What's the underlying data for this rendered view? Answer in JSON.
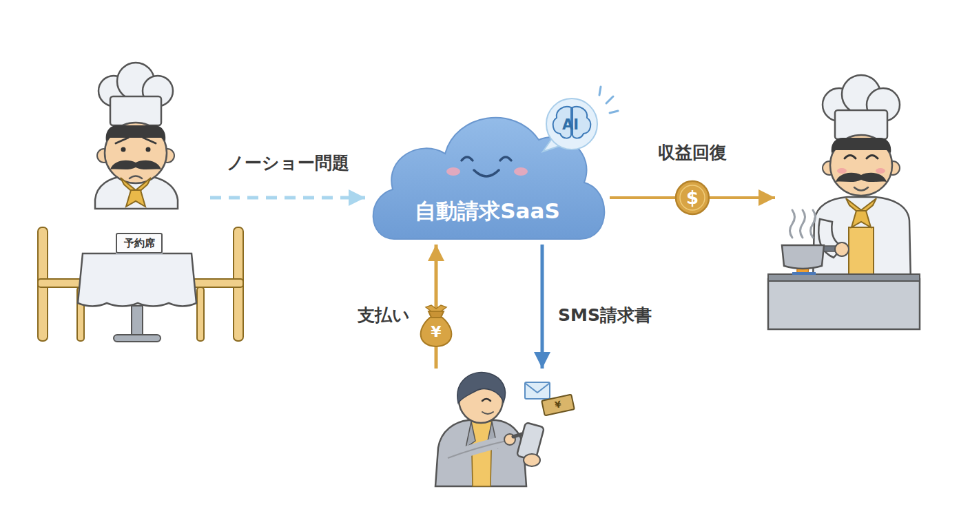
{
  "diagram": {
    "nodes": [
      {
        "text": []
      },
      {
        "text": [
          "予約席"
        ],
        "in": 0
      },
      {
        "text": [
          "自動請求SaaS"
        ]
      },
      {
        "text": [
          "AI"
        ],
        "in": 2
      },
      {
        "text": []
      },
      {
        "text": []
      }
    ],
    "edges": [
      {
        "from": 0,
        "to": 2,
        "arrow": "to",
        "label": "ノーショー問題"
      },
      {
        "from": 2,
        "to": 4,
        "arrow": "to",
        "label": "収益回復"
      },
      {
        "from": 2,
        "to": 5,
        "arrow": "to",
        "label": "SMS請求書"
      },
      {
        "from": 5,
        "to": 2,
        "arrow": "to",
        "label": "支払い"
      }
    ],
    "labels": [
      "$",
      "¥",
      "¥"
    ]
  }
}
